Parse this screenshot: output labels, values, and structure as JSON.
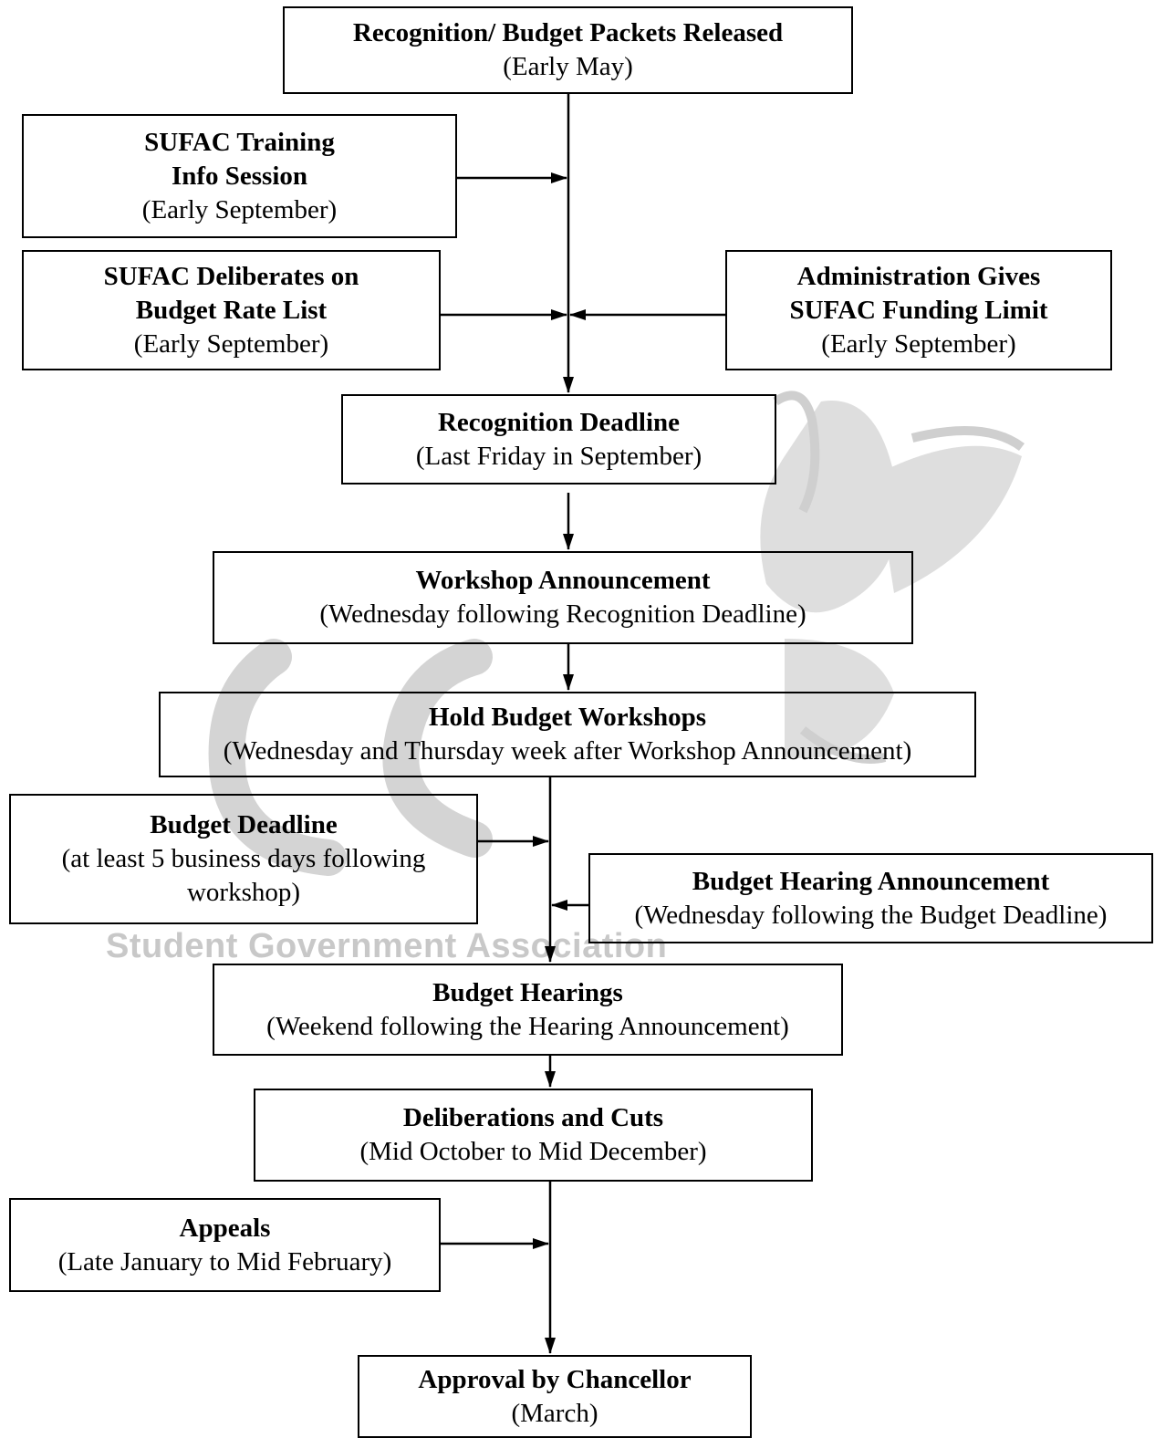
{
  "watermark": {
    "text": "Student Government Association"
  },
  "steps": {
    "packets": {
      "title": "Recognition/ Budget Packets Released",
      "sub": "(Early May)"
    },
    "training": {
      "title1": "SUFAC Training",
      "title2": "Info Session",
      "sub": "(Early September)"
    },
    "deliberates": {
      "title1": "SUFAC Deliberates on",
      "title2": "Budget Rate List",
      "sub": "(Early September)"
    },
    "admin": {
      "title1": "Administration Gives",
      "title2": "SUFAC Funding Limit",
      "sub": "(Early September)"
    },
    "recognition_deadline": {
      "title": "Recognition Deadline",
      "sub": "(Last Friday in September)"
    },
    "workshop_announcement": {
      "title": "Workshop Announcement",
      "sub": "(Wednesday following Recognition Deadline)"
    },
    "workshops": {
      "title": "Hold Budget Workshops",
      "sub": "(Wednesday and Thursday week after Workshop Announcement)"
    },
    "budget_deadline": {
      "title": "Budget Deadline",
      "sub1": "(at least 5 business days following",
      "sub2": "workshop)"
    },
    "hearing_announcement": {
      "title": "Budget Hearing Announcement",
      "sub": "(Wednesday following the Budget Deadline)"
    },
    "hearings": {
      "title": "Budget Hearings",
      "sub": "(Weekend following the Hearing Announcement)"
    },
    "deliberations": {
      "title": "Deliberations and Cuts",
      "sub": "(Mid October to Mid December)"
    },
    "appeals": {
      "title": "Appeals",
      "sub": "(Late January to Mid February)"
    },
    "approval": {
      "title": "Approval by Chancellor",
      "sub": "(March)"
    }
  }
}
